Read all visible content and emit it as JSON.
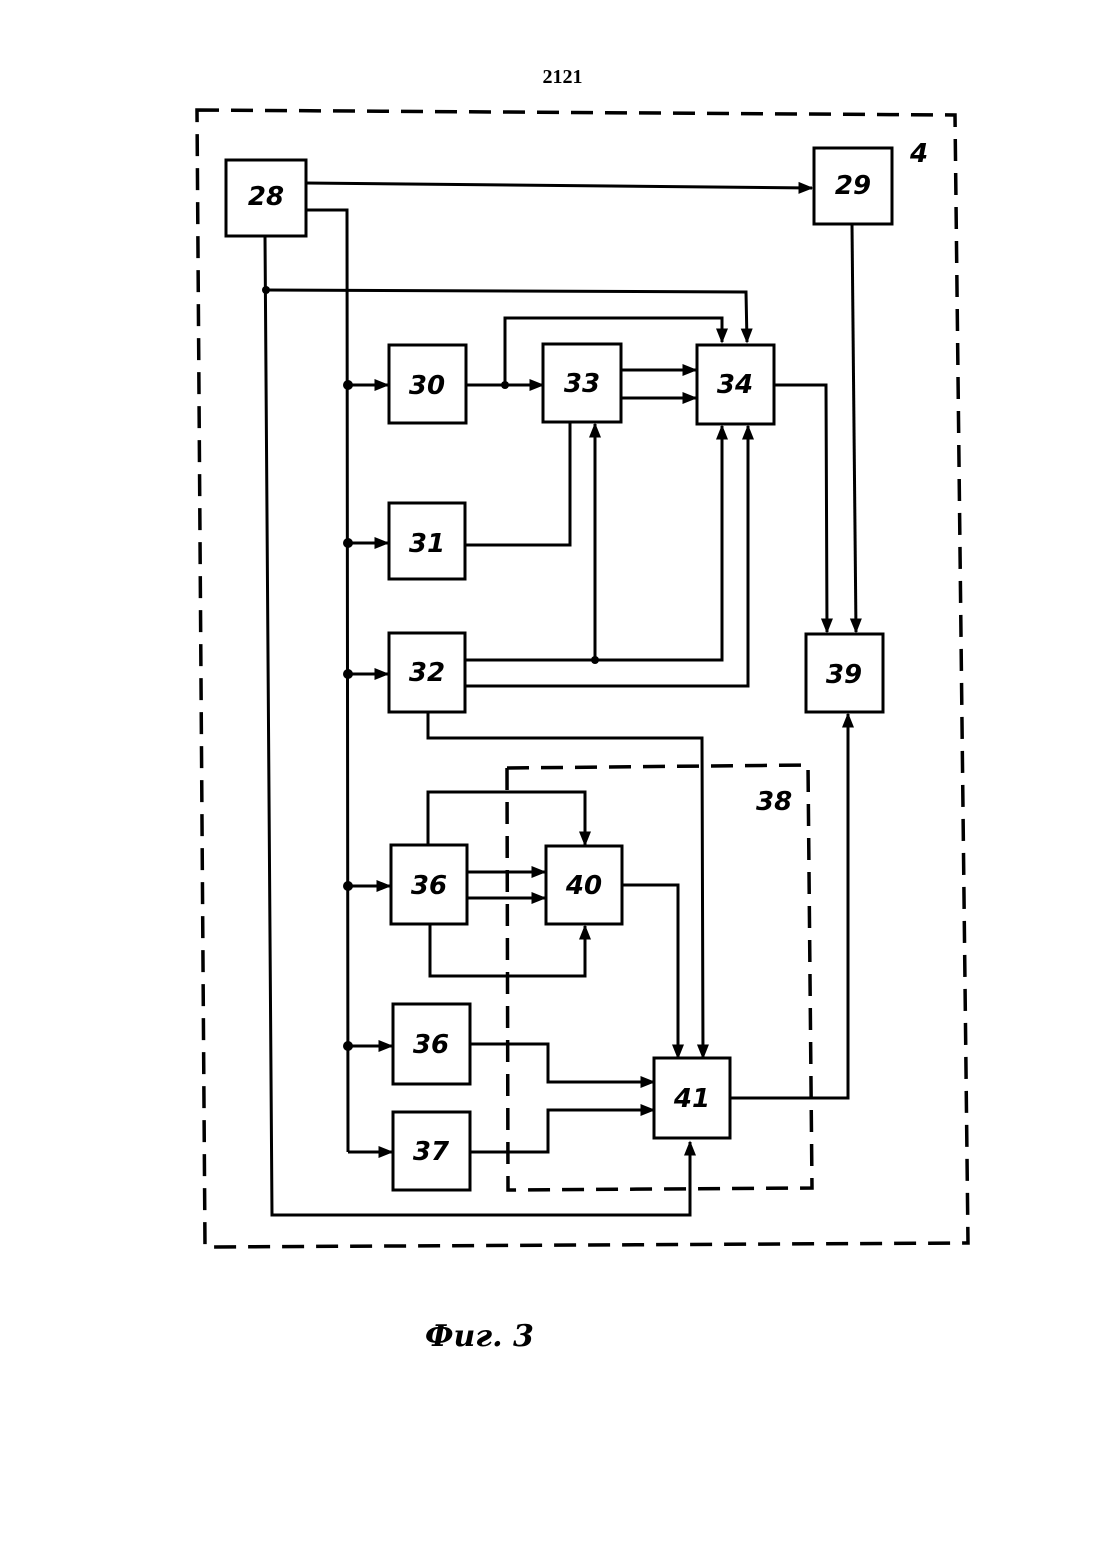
{
  "page_number": "2121",
  "caption": "Фиг. 3",
  "outer_frame_label": "4",
  "inner_frame_label": "38",
  "blocks": {
    "b28": "28",
    "b29": "29",
    "b30": "30",
    "b31": "31",
    "b32": "32",
    "b33": "33",
    "b34": "34",
    "b36a": "36",
    "b36b": "36",
    "b37": "37",
    "b39": "39",
    "b40": "40",
    "b41": "41"
  }
}
